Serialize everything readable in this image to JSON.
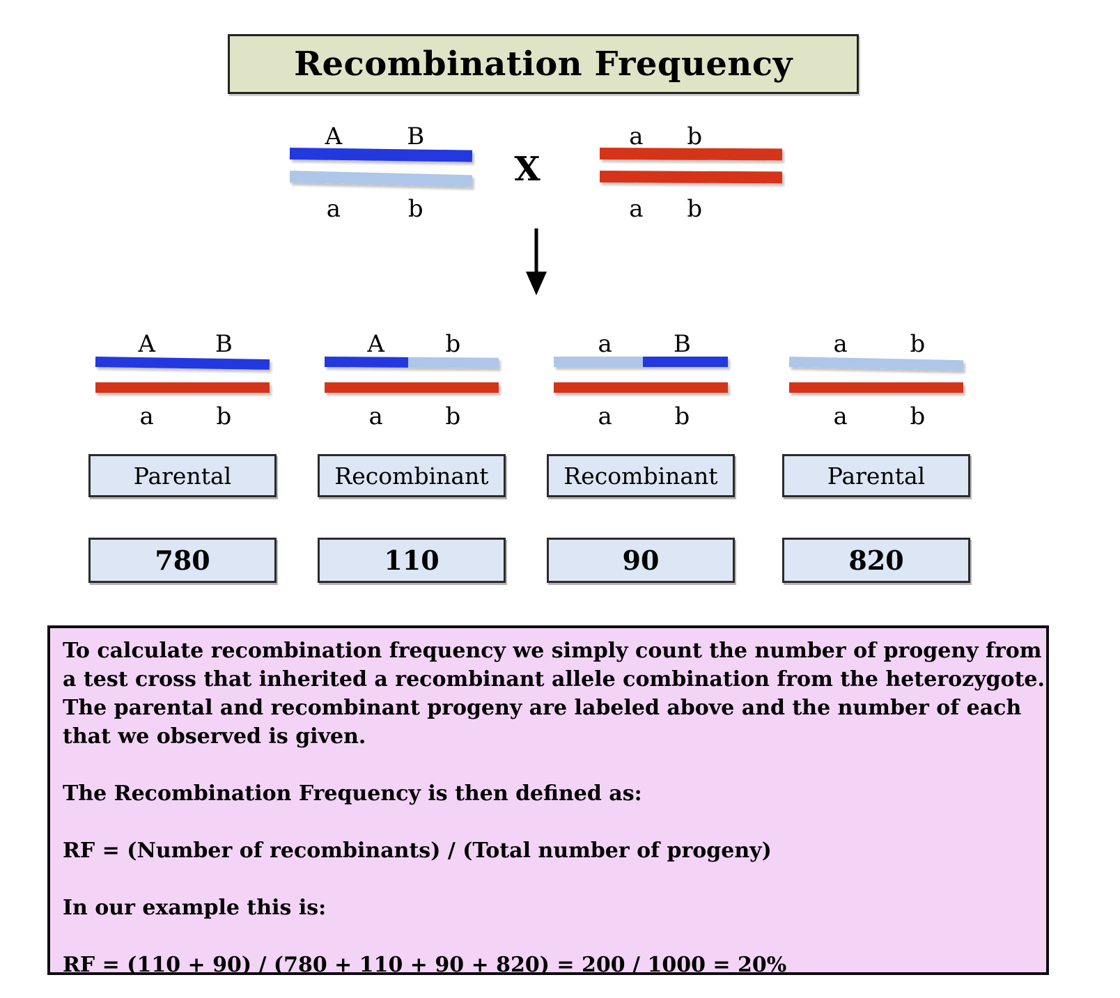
{
  "title": "Recombination Frequency",
  "colors": {
    "blue": "#2438e0",
    "light_blue": "#aec6e8",
    "red": "#d53418",
    "title_fill": "#dfe4c6",
    "box_fill": "#dce6f4",
    "pink_fill": "#f3d4f6"
  },
  "cross": {
    "operator": "X",
    "parents": [
      {
        "name": "heterozygote-parent",
        "top_labels": [
          "A",
          "B"
        ],
        "bottom_labels": [
          "a",
          "b"
        ],
        "top_bar": [
          {
            "color": "blue",
            "pct": 100
          }
        ],
        "bottom_bar": [
          {
            "color": "light_blue",
            "pct": 100
          }
        ]
      },
      {
        "name": "tester-parent",
        "top_labels": [
          "a",
          "b"
        ],
        "bottom_labels": [
          "a",
          "b"
        ],
        "top_bar": [
          {
            "color": "red",
            "pct": 100
          }
        ],
        "bottom_bar": [
          {
            "color": "red",
            "pct": 100
          }
        ]
      }
    ]
  },
  "offspring": [
    {
      "top_labels": [
        "A",
        "B"
      ],
      "bottom_labels": [
        "a",
        "b"
      ],
      "top_bar": [
        {
          "color": "blue",
          "pct": 100
        }
      ],
      "bottom_bar": [
        {
          "color": "red",
          "pct": 100
        }
      ],
      "category": "Parental",
      "count": "780"
    },
    {
      "top_labels": [
        "A",
        "b"
      ],
      "bottom_labels": [
        "a",
        "b"
      ],
      "top_bar": [
        {
          "color": "blue",
          "pct": 48
        },
        {
          "color": "light_blue",
          "pct": 52
        }
      ],
      "bottom_bar": [
        {
          "color": "red",
          "pct": 100
        }
      ],
      "category": "Recombinant",
      "count": "110"
    },
    {
      "top_labels": [
        "a",
        "B"
      ],
      "bottom_labels": [
        "a",
        "b"
      ],
      "top_bar": [
        {
          "color": "light_blue",
          "pct": 51
        },
        {
          "color": "blue",
          "pct": 49
        }
      ],
      "bottom_bar": [
        {
          "color": "red",
          "pct": 100
        }
      ],
      "category": "Recombinant",
      "count": "90"
    },
    {
      "top_labels": [
        "a",
        "b"
      ],
      "bottom_labels": [
        "a",
        "b"
      ],
      "top_bar": [
        {
          "color": "light_blue",
          "pct": 100
        }
      ],
      "bottom_bar": [
        {
          "color": "red",
          "pct": 100
        }
      ],
      "category": "Parental",
      "count": "820"
    }
  ],
  "explanation": {
    "blocks": [
      {
        "lines": [
          "To calculate recombination frequency we simply count the number of progeny from",
          "a test cross that inherited a recombinant allele combination from the heterozygote.",
          "The parental and recombinant progeny are labeled above and the number of each",
          "that we observed is given."
        ]
      },
      {
        "lines": [
          "The Recombination Frequency is then defined as:"
        ]
      },
      {
        "lines": [
          "RF = (Number of recombinants) / (Total number of progeny)"
        ]
      },
      {
        "lines": [
          "In our example this is:"
        ]
      },
      {
        "lines": [
          "RF = (110 + 90) / (780 + 110 + 90 + 820) = 200 / 1000 = 20%"
        ]
      }
    ]
  }
}
